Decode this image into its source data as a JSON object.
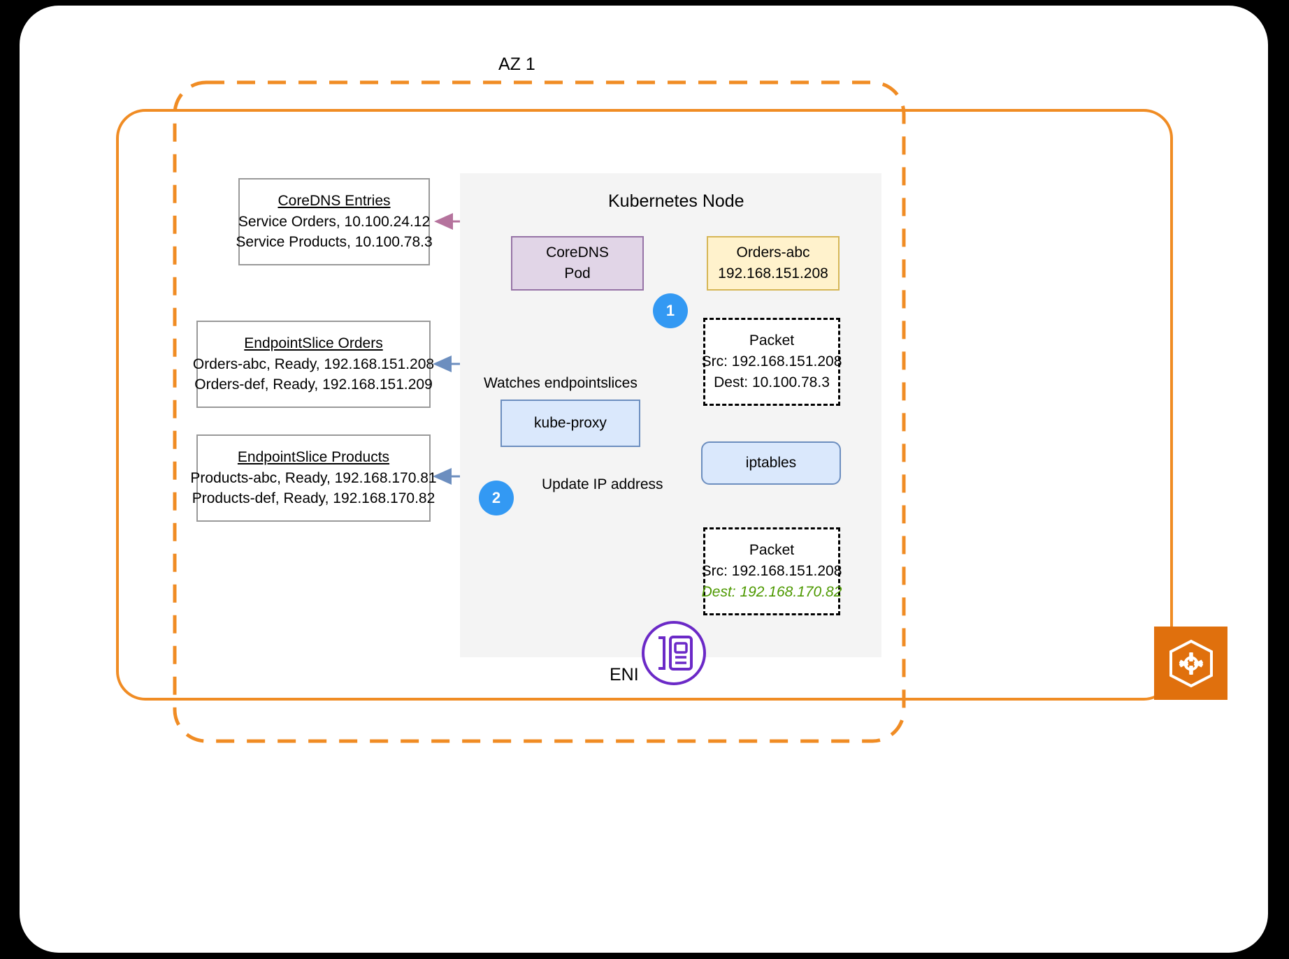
{
  "diagram": {
    "title": "AZ 1",
    "node_title": "Kubernetes Node",
    "eni_label": "ENI",
    "logo": "eks-logo-icon"
  },
  "coredns_entries": {
    "title": "CoreDNS Entries",
    "rows": [
      "Service Orders, 10.100.24.12",
      "Service Products, 10.100.78.3"
    ]
  },
  "endpointslice_orders": {
    "title": "EndpointSlice Orders",
    "rows": [
      "Orders-abc, Ready, 192.168.151.208",
      "Orders-def, Ready, 192.168.151.209"
    ]
  },
  "endpointslice_products": {
    "title": "EndpointSlice Products",
    "rows": [
      "Products-abc, Ready, 192.168.170.81",
      "Products-def, Ready, 192.168.170.82"
    ]
  },
  "coredns_pod": {
    "line1": "CoreDNS",
    "line2": "Pod"
  },
  "orders_pod": {
    "line1": "Orders-abc",
    "line2": "192.168.151.208"
  },
  "packet_before": {
    "title": "Packet",
    "src": "Src: 192.168.151.208",
    "dest": "Dest: 10.100.78.3"
  },
  "packet_after": {
    "title": "Packet",
    "src": "Src: 192.168.151.208",
    "dest": "Dest: 192.168.170.82"
  },
  "kube_proxy": {
    "label": "kube-proxy"
  },
  "iptables": {
    "label": "iptables"
  },
  "edge_labels": {
    "watches": "Watches endpointslices",
    "update_ip": "Update IP address"
  },
  "badges": {
    "one": "1",
    "two": "2"
  },
  "colors": {
    "accent_orange": "#f08c24",
    "badge_blue": "#3399f3",
    "pod_purple_fill": "#e1d5e7",
    "pod_purple_border": "#9673a6",
    "pod_yellow_fill": "#fff2cc",
    "pod_yellow_border": "#d6b656",
    "blue_fill": "#dae8fc",
    "blue_border": "#6c8ebf",
    "dest_green": "#4d9900",
    "dns_arrow": "#b5739d",
    "query_arrow": "#978d09",
    "eks_orange": "#e0700d"
  }
}
